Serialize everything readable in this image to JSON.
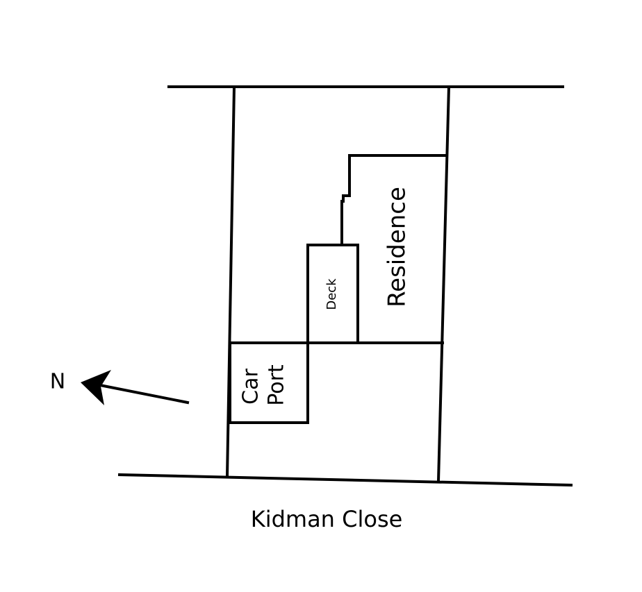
{
  "labels": {
    "street": "Kidman Close",
    "north": "N",
    "residence": "Residence",
    "deck": "Deck",
    "carport_line1": "Car",
    "carport_line2": "Port"
  },
  "colors": {
    "ink": "#000000",
    "background": "#ffffff"
  }
}
